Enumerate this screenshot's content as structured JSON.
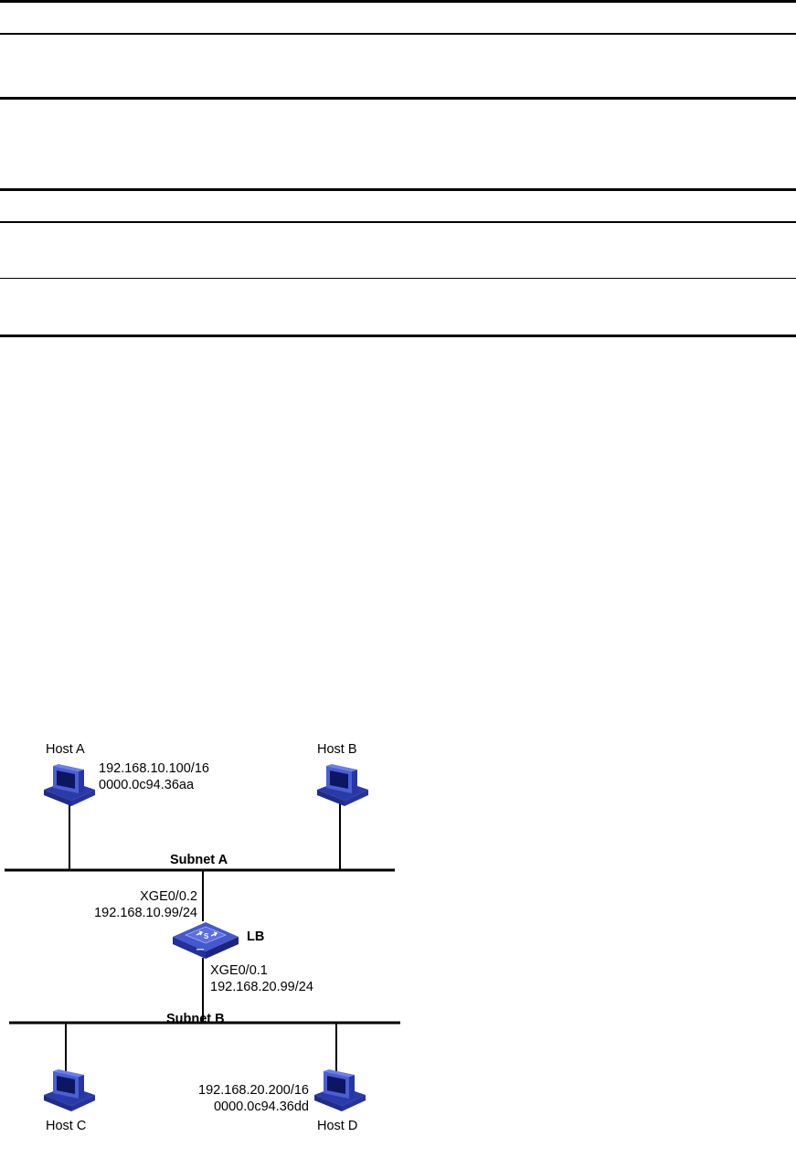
{
  "diagram": {
    "hosts": {
      "a": {
        "name": "Host A",
        "ip": "192.168.10.100/16",
        "mac": "0000.0c94.36aa"
      },
      "b": {
        "name": "Host B"
      },
      "c": {
        "name": "Host C"
      },
      "d": {
        "name": "Host D",
        "ip": "192.168.20.200/16",
        "mac": "0000.0c94.36dd"
      }
    },
    "subnets": {
      "a": "Subnet A",
      "b": "Subnet B"
    },
    "lb": {
      "name": "LB",
      "upper_port": "XGE0/0.2",
      "upper_ip": "192.168.10.99/24",
      "lower_port": "XGE0/0.1",
      "lower_ip": "192.168.20.99/24"
    },
    "colors": {
      "host_blue": "#3d4fc4",
      "device_blue": "#2f3fb8",
      "line": "#000000"
    },
    "icons": [
      "desktop-computer-icon",
      "load-balancer-device-icon"
    ]
  }
}
